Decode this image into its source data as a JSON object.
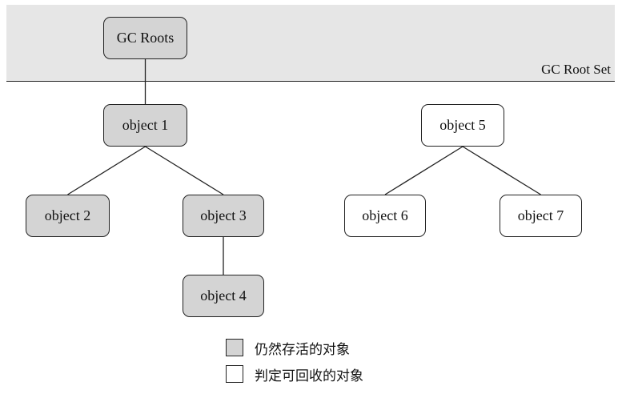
{
  "root_set": {
    "label": "GC Root Set"
  },
  "nodes": {
    "gc_roots": {
      "label": "GC Roots",
      "status": "alive"
    },
    "object_1": {
      "label": "object 1",
      "status": "alive"
    },
    "object_2": {
      "label": "object 2",
      "status": "alive"
    },
    "object_3": {
      "label": "object 3",
      "status": "alive"
    },
    "object_4": {
      "label": "object 4",
      "status": "alive"
    },
    "object_5": {
      "label": "object 5",
      "status": "dead"
    },
    "object_6": {
      "label": "object 6",
      "status": "dead"
    },
    "object_7": {
      "label": "object 7",
      "status": "dead"
    }
  },
  "edges": [
    [
      "gc_roots",
      "object_1"
    ],
    [
      "object_1",
      "object_2"
    ],
    [
      "object_1",
      "object_3"
    ],
    [
      "object_3",
      "object_4"
    ],
    [
      "object_5",
      "object_6"
    ],
    [
      "object_5",
      "object_7"
    ]
  ],
  "legend": {
    "alive_label": "仍然存活的对象",
    "dead_label": "判定可回收的对象"
  },
  "colors": {
    "alive_fill": "#d4d4d4",
    "dead_fill": "#ffffff",
    "root_set_band": "#e6e6e6",
    "stroke": "#222222"
  }
}
